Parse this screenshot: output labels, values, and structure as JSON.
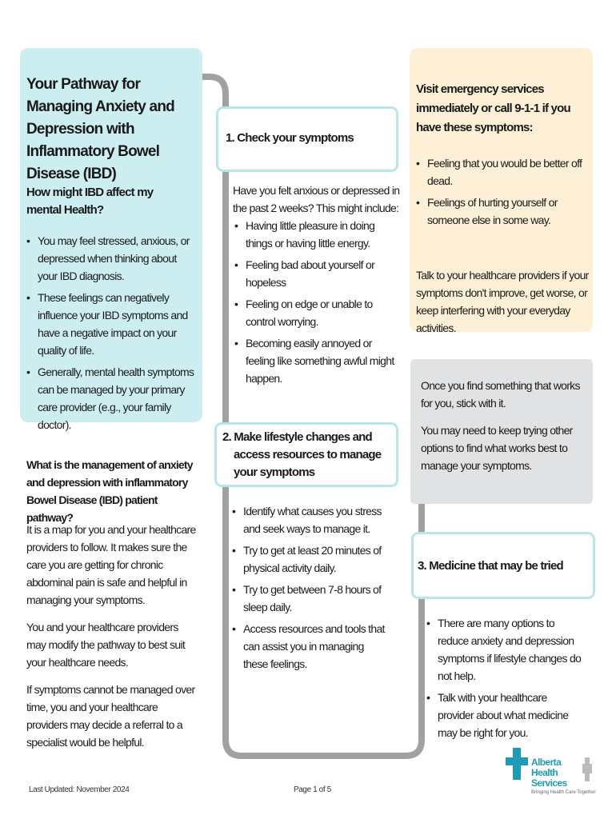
{
  "left_panel": {
    "title": "Your Pathway for Managing Anxiety and Depression with Inflammatory Bowel Disease (IBD)",
    "subheading": "How might IBD affect my mental Health?",
    "bullets": [
      "You may feel stressed, anxious, or depressed when thinking about your IBD diagnosis.",
      "These feelings can negatively influence your IBD symptoms and have a negative impact on your quality of life.",
      "Generally, mental health symptoms can be managed by your primary care provider (e.g., your family doctor)."
    ]
  },
  "pathway_info": {
    "heading": "What is the management of anxiety and depression with inflammatory Bowel Disease (IBD) patient pathway?",
    "paragraphs": [
      "It is a map for you and your healthcare providers to follow. It makes sure the care you are getting for chronic abdominal pain is safe and helpful in managing your symptoms.",
      "You and your healthcare providers may modify the pathway to best suit your healthcare needs.",
      "If symptoms cannot be managed over time, you and your healthcare providers may decide a referral to a specialist would be helpful."
    ]
  },
  "step1": {
    "title": "1. Check your symptoms",
    "intro": "Have you felt anxious or depressed in the past 2 weeks? This might include:",
    "bullets": [
      "Having little pleasure in doing things or having little energy.",
      "Feeling bad about yourself or hopeless",
      "Feeling on edge or unable to control worrying.",
      "Becoming easily annoyed or feeling like something awful might happen."
    ]
  },
  "step2": {
    "title": "2. Make lifestyle changes and access resources to manage your symptoms",
    "bullets": [
      "Identify what causes you stress and seek ways to manage it.",
      "Try to get at least 20 minutes of physical activity daily.",
      "Try to get between 7-8 hours of sleep daily.",
      "Access resources and tools that can assist you in managing these feelings."
    ]
  },
  "emergency": {
    "heading": "Visit emergency services immediately or call 9-1-1 if you have these symptoms:",
    "bullets": [
      "Feeling that you would be better off dead.",
      "Feelings of hurting yourself or someone else in some way."
    ],
    "note": "Talk to your healthcare providers if your symptoms don't improve, get worse, or keep interfering with your everyday activities."
  },
  "tips": {
    "paragraphs": [
      "Once you find something that works for you, stick with it.",
      "You may need to keep trying other options to find what works best to manage your symptoms."
    ]
  },
  "step3": {
    "title": "3. Medicine that may be tried",
    "bullets": [
      "There are many options to reduce anxiety and depression symptoms if lifestyle changes do not help.",
      "Talk with your healthcare provider about what medicine may be right for you."
    ]
  },
  "footer": {
    "updated": "Last Updated: November 2024",
    "page": "Page 1 of 5",
    "logo_text": "Alberta Health Services",
    "logo_tagline": "Bringing Health Care Together"
  },
  "colors": {
    "cyan_panel": "#cdeef0",
    "cyan_border": "#b9e5e9",
    "emergency_bg": "#fdf0d6",
    "gray_panel": "#e1e2e4",
    "path": "#a0a2a2",
    "ahs_blue": "#1e9bb5"
  }
}
